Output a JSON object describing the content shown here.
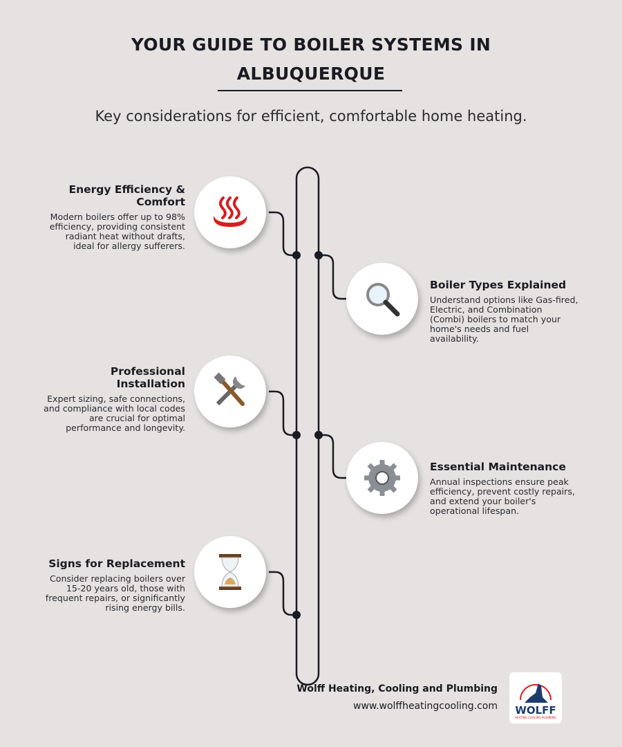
{
  "header": {
    "title_line1": "YOUR GUIDE TO BOILER SYSTEMS IN",
    "title_line2": "ALBUQUERQUE",
    "subtitle": "Key considerations for efficient, comfortable home heating."
  },
  "items": [
    {
      "title": "Energy Efficiency & Comfort",
      "body": "Modern boilers offer up to 98% efficiency, providing consistent radiant heat without drafts, ideal for allergy sufferers.",
      "icon": "hot-springs-icon",
      "side": "left"
    },
    {
      "title": "Boiler Types Explained",
      "body": "Understand options like Gas-fired, Electric, and Combination (Combi) boilers to match your home's needs and fuel availability.",
      "icon": "magnifying-glass-icon",
      "side": "right"
    },
    {
      "title": "Professional Installation",
      "body": "Expert sizing, safe connections, and compliance with local codes are crucial for optimal performance and longevity.",
      "icon": "tools-icon",
      "side": "left"
    },
    {
      "title": "Essential Maintenance",
      "body": "Annual inspections ensure peak efficiency, prevent costly repairs, and extend your boiler's operational lifespan.",
      "icon": "gear-icon",
      "side": "right"
    },
    {
      "title": "Signs for Replacement",
      "body": "Consider replacing boilers over 15-20 years old, those with frequent repairs, or significantly rising energy bills.",
      "icon": "hourglass-icon",
      "side": "left"
    }
  ],
  "footer": {
    "company": "Wolff Heating, Cooling and Plumbing",
    "url": "www.wolffheatingcooling.com",
    "logo_text": "WOLFF",
    "logo_tagline": "HEATING COOLING PLUMBING"
  },
  "colors": {
    "background": "#e5e2e1",
    "line": "#1a1a22",
    "accent_red": "#d81e1e",
    "logo_blue": "#1d3a6e"
  }
}
